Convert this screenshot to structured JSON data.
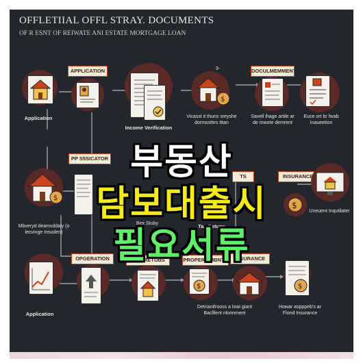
{
  "header": {
    "title": "OFFLETIIAL OFFL STRAY. DOCUMENTS",
    "subtitle": "OF R ESNT OF REIWATE ANI ESTATE MORTGAGE LOAN"
  },
  "overlay_title": {
    "line1": "부동산",
    "line2": "담보대출시",
    "line3": "필요서류"
  },
  "row1": {
    "application_caption": "Application",
    "label_application": "APPLICATION",
    "income_verification": "Income Verification",
    "number_badge": "3-",
    "caption_middle": "Vicasst it thuns sreyshe dormssttes tttan",
    "label_document": "DOCULMEMMENY",
    "caption_doc": "Savell ihage artile ar de mwote demrent",
    "caption_right": "Euce ort br fwab Inaueetion"
  },
  "row2": {
    "label_pp": "PP S5SICATOR",
    "label_insurance": "INSURANCE",
    "label_partial": "TS",
    "tax_returns": "Tax Retuns",
    "bank_stmt": "Bex Stuby",
    "left_caption": "Mbveryd deamvddaly (o lecvinge Insuden)",
    "right_caption": "Uneuent Inqutilater"
  },
  "row3": {
    "application_caption": "Application",
    "label_opgeration": "OPGERATION",
    "label_ror": "ROR RETUBS",
    "label_property": "PROPERY MBNTS",
    "label_insurance": "INSURANCE",
    "caption_middle": "Detrianifrooss a lowi giant Baclllent nlonnment",
    "caption_right": "Howar aspppeb's ar Flond Insurance"
  },
  "colors": {
    "background": "#23262d",
    "circle": "#5b2a26",
    "label_border": "#c9431f",
    "title_white": "#ffffff",
    "title_yellow": "#f4ea1a",
    "title_green": "#5ff06a"
  },
  "icons": [
    "house-icon",
    "document-icon",
    "id-card-icon",
    "check-icon",
    "money-bag-icon",
    "chart-icon",
    "monitor-icon",
    "signature-icon"
  ]
}
